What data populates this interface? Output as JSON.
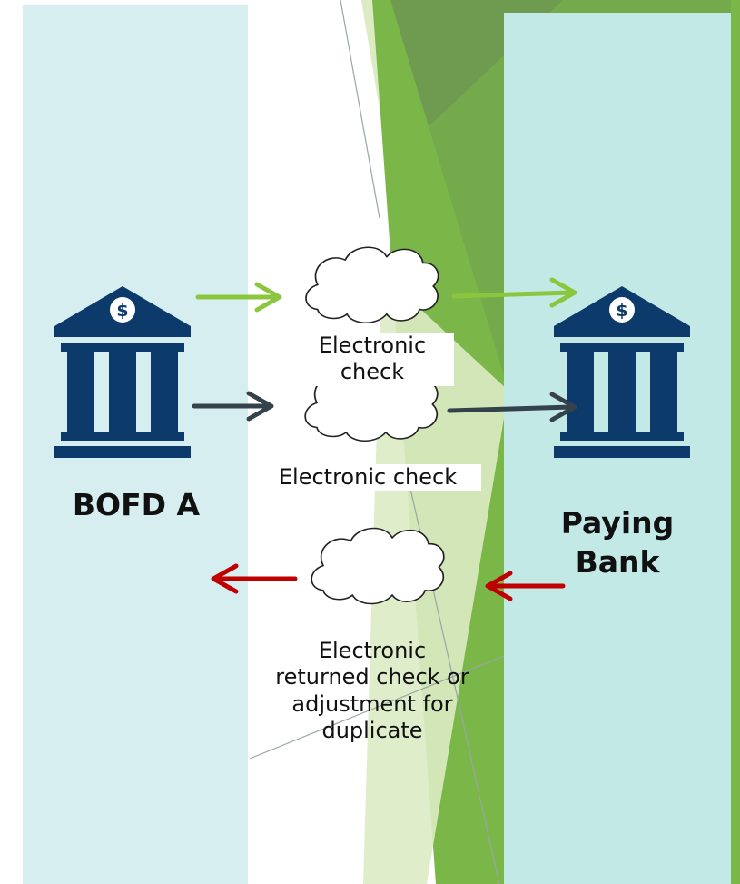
{
  "colors": {
    "panel_left": "#d6eef0",
    "panel_right": "#c3e9e7",
    "bank_icon": "#0c3a6b",
    "green_arrow": "#8cc63f",
    "dark_arrow": "#34424c",
    "red_arrow": "#c00000",
    "bg_green_dark": "#6f9b50",
    "bg_green_mid": "#7ab648",
    "bg_green_light": "#dcebc4"
  },
  "left_bank": {
    "label": "BOFD A",
    "icon": "bank-icon"
  },
  "right_bank": {
    "label": "Paying Bank",
    "icon": "bank-icon"
  },
  "flows": [
    {
      "label": "Electronic check",
      "direction": "to-paying-bank",
      "color": "green"
    },
    {
      "label": "Electronic check",
      "direction": "to-paying-bank",
      "color": "dark"
    },
    {
      "label": "Electronic returned check or adjustment for duplicate",
      "direction": "to-bofd",
      "color": "red"
    }
  ]
}
